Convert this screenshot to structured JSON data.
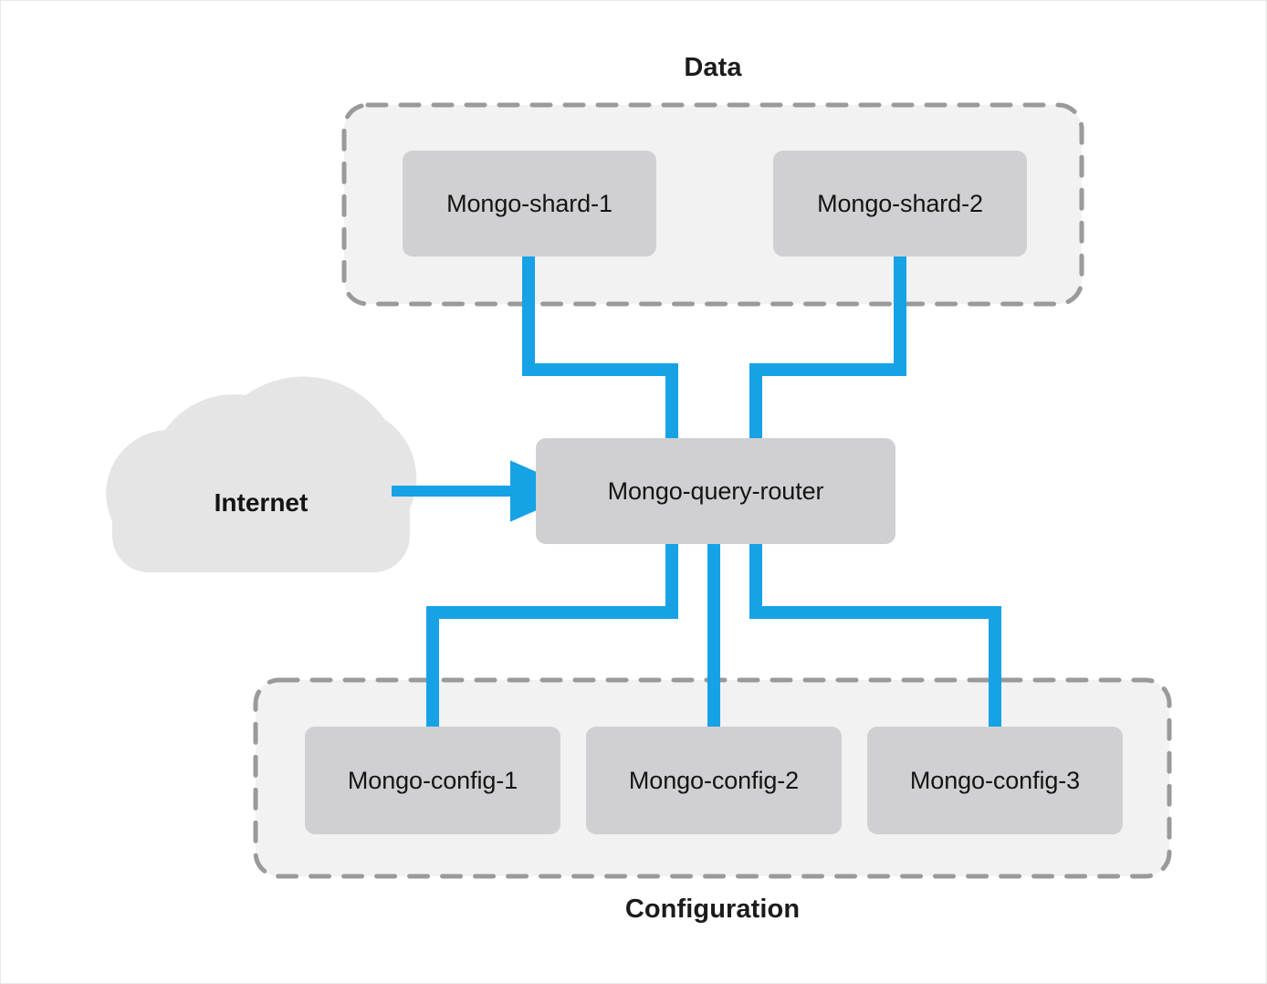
{
  "diagram": {
    "title_data": "Data",
    "title_configuration": "Configuration",
    "accent_blue": "#17A2E5",
    "node_fill": "#D0D0D2",
    "group_fill": "#F2F2F3",
    "group_border": "#9A9A9A",
    "cloud_fill": "#E5E5E6",
    "page_background": "#FFFFFF",
    "text_color": "#141414"
  },
  "internet": {
    "label": "Internet",
    "icon": "cloud-icon"
  },
  "data_group": {
    "label": "Data",
    "nodes": [
      {
        "label": "Mongo-shard-1"
      },
      {
        "label": "Mongo-shard-2"
      }
    ]
  },
  "router": {
    "label": "Mongo-query-router"
  },
  "config_group": {
    "label": "Configuration",
    "nodes": [
      {
        "label": "Mongo-config-1"
      },
      {
        "label": "Mongo-config-2"
      },
      {
        "label": "Mongo-config-3"
      }
    ]
  },
  "connections": [
    {
      "from": "Internet",
      "to": "Mongo-query-router",
      "arrow": true
    },
    {
      "from": "Mongo-shard-1",
      "to": "Mongo-query-router",
      "arrow": false
    },
    {
      "from": "Mongo-shard-2",
      "to": "Mongo-query-router",
      "arrow": false
    },
    {
      "from": "Mongo-query-router",
      "to": "Mongo-config-1",
      "arrow": false
    },
    {
      "from": "Mongo-query-router",
      "to": "Mongo-config-2",
      "arrow": false
    },
    {
      "from": "Mongo-query-router",
      "to": "Mongo-config-3",
      "arrow": false
    }
  ]
}
